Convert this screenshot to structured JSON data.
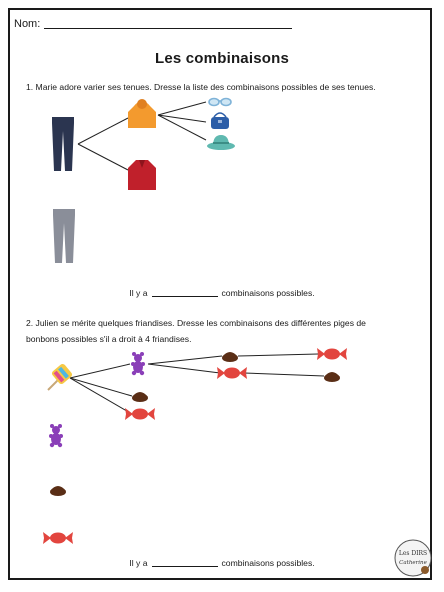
{
  "header": {
    "name_label": "Nom:"
  },
  "title": "Les combinaisons",
  "question1": {
    "text": "1. Marie adore varier ses tenues. Dresse la liste des combinaisons possibles de ses tenues.",
    "answer_prefix": "Il y a",
    "answer_suffix": "combinaisons possibles.",
    "icons": [
      "jeans-dark-icon",
      "jeans-grey-icon",
      "orange-hoodie-icon",
      "red-jacket-icon",
      "sunglasses-icon",
      "blue-handbag-icon",
      "teal-hat-icon"
    ]
  },
  "question2": {
    "line1": "2. Julien se mérite quelques friandises. Dresse les combinaisons des différentes piges de",
    "line2": "bonbons possibles s'il a droit à 4 friandises.",
    "answer_prefix": "Il y a",
    "answer_suffix": "combinaisons possibles.",
    "icons": [
      "lollipop-icon",
      "gummy-bear-icon",
      "chocolate-icon",
      "wrapped-candy-icon"
    ]
  },
  "logo": {
    "line1": "Les DIRS",
    "line2": "Catherine"
  },
  "colors": {
    "jeans_dark": "#2b3550",
    "jeans_grey": "#8a8e99",
    "hoodie": "#f39a2e",
    "jacket": "#c0202b",
    "handbag": "#2c5ea8",
    "hat": "#5fb9b0",
    "gummy": "#8a3fb8",
    "chocolate": "#5a2e16",
    "candy": "#e2453e"
  }
}
